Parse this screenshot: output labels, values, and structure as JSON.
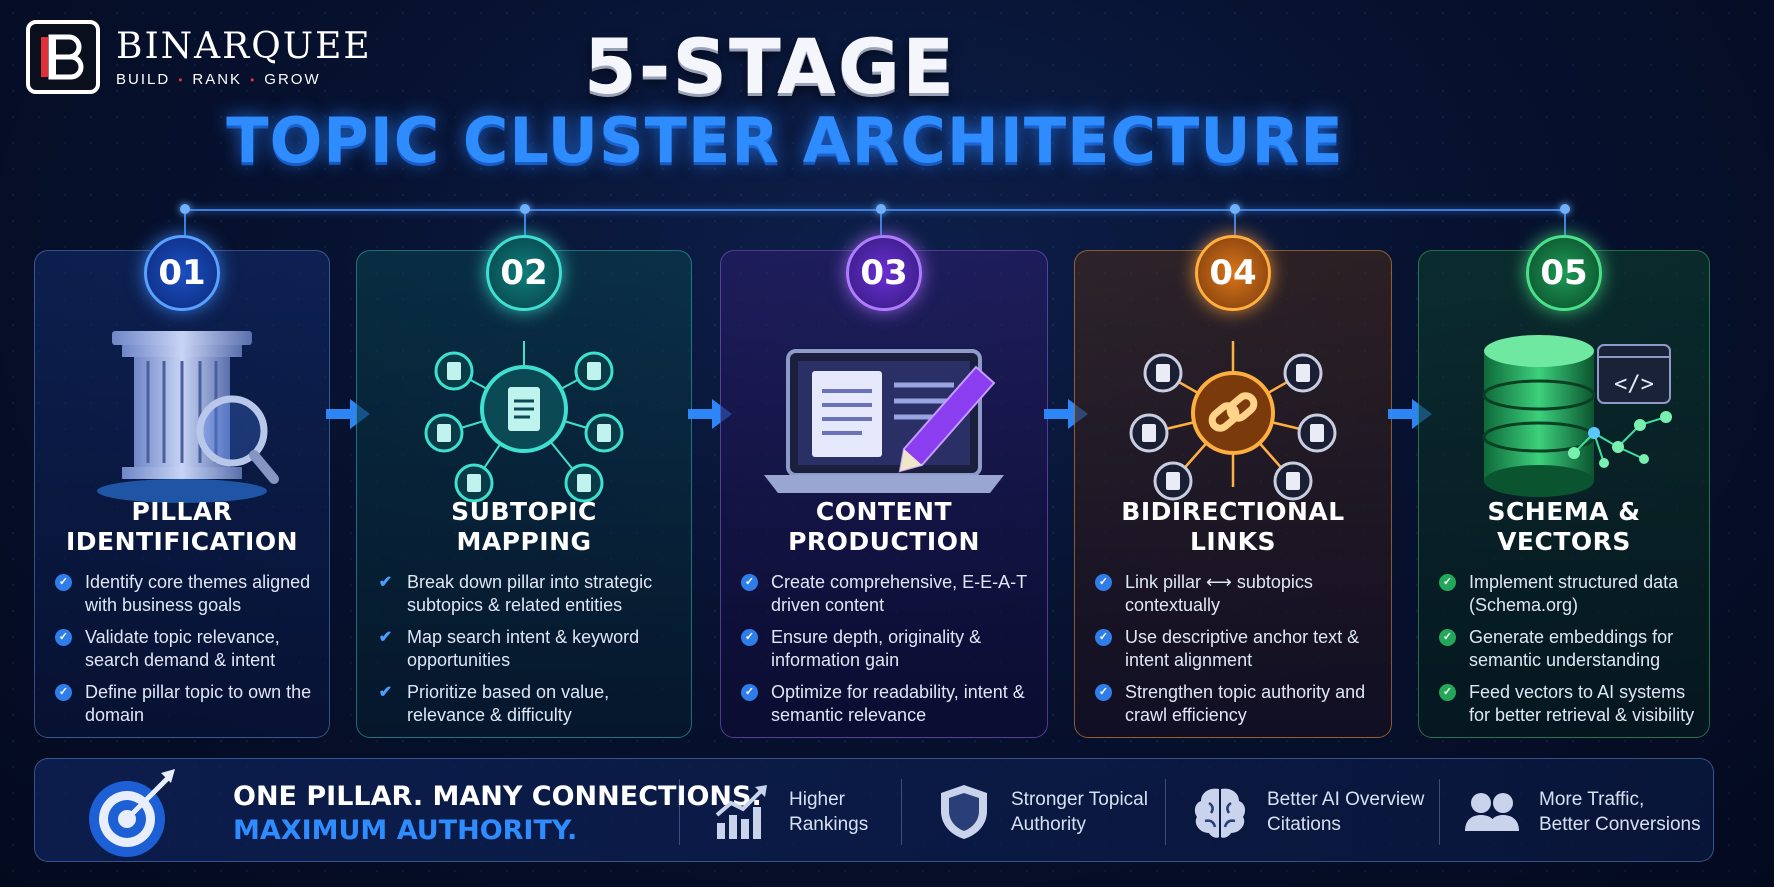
{
  "brand": {
    "name": "BINARQUEE",
    "tagline": [
      "BUILD",
      "RANK",
      "GROW"
    ]
  },
  "title": {
    "line1": "5-STAGE",
    "line2": "TOPIC CLUSTER ARCHITECTURE"
  },
  "colors": {
    "stage1": "#2f7de8",
    "stage2": "#3ee0d0",
    "stage3": "#b07cff",
    "stage4": "#ffae40",
    "stage5": "#4be08a",
    "accent_blue": "#2f8cff"
  },
  "stages": [
    {
      "number": "01",
      "title_line1": "PILLAR",
      "title_line2": "IDENTIFICATION",
      "icon": "pillar-magnifier-icon",
      "bullets": [
        "Identify core themes aligned with business goals",
        "Validate topic relevance, search demand & intent",
        "Define pillar topic to own the domain"
      ]
    },
    {
      "number": "02",
      "title_line1": "SUBTOPIC",
      "title_line2": "MAPPING",
      "icon": "document-hub-icon",
      "bullets": [
        "Break down pillar into strategic subtopics & related entities",
        "Map search intent & keyword opportunities",
        "Prioritize based on value, relevance & difficulty"
      ]
    },
    {
      "number": "03",
      "title_line1": "CONTENT",
      "title_line2": "PRODUCTION",
      "icon": "laptop-pencil-icon",
      "bullets": [
        "Create comprehensive, E-E-A-T driven content",
        "Ensure depth, originality & information gain",
        "Optimize for readability, intent & semantic relevance"
      ]
    },
    {
      "number": "04",
      "title_line1": "BIDIRECTIONAL",
      "title_line2": "LINKS",
      "icon": "chain-link-hub-icon",
      "bullets": [
        "Link pillar ⟷ subtopics contextually",
        "Use descriptive anchor text & intent alignment",
        "Strengthen topic authority and crawl efficiency"
      ]
    },
    {
      "number": "05",
      "title_line1": "SCHEMA &",
      "title_line2": "VECTORS",
      "icon": "database-code-icon",
      "bullets": [
        "Implement structured data (Schema.org)",
        "Generate embeddings for semantic understanding",
        "Feed vectors to AI systems for better retrieval & visibility"
      ]
    }
  ],
  "footer": {
    "slogan_line1": "ONE PILLAR. MANY CONNECTIONS.",
    "slogan_line2": "MAXIMUM AUTHORITY.",
    "benefits": [
      {
        "icon": "growth-chart-icon",
        "line1": "Higher",
        "line2": "Rankings"
      },
      {
        "icon": "shield-icon",
        "line1": "Stronger Topical",
        "line2": "Authority"
      },
      {
        "icon": "brain-icon",
        "line1": "Better AI Overview",
        "line2": "Citations"
      },
      {
        "icon": "users-icon",
        "line1": "More Traffic,",
        "line2": "Better Conversions"
      }
    ]
  }
}
